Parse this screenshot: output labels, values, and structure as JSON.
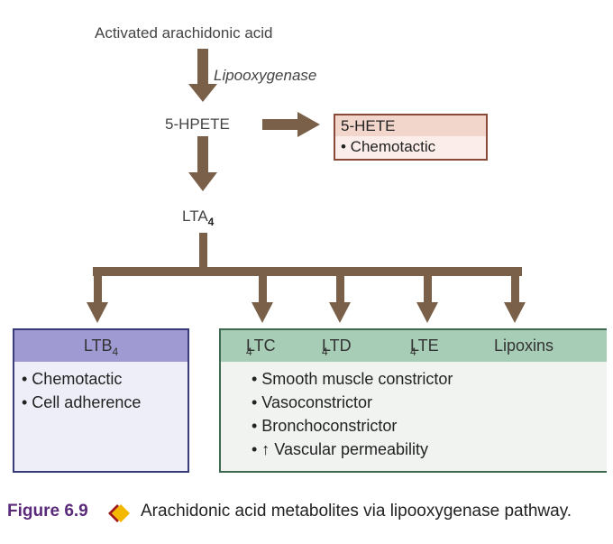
{
  "nodes": {
    "source": "Activated arachidonic acid",
    "enzyme": "Lipooxygenase",
    "hpete": "5-HPETE",
    "lta4": {
      "base": "LTA",
      "sub": "4"
    }
  },
  "hete_box": {
    "title": "5-HETE",
    "items": [
      "• Chemotactic"
    ]
  },
  "ltb4_box": {
    "title": {
      "base": "LTB",
      "sub": "4"
    },
    "items": [
      "• Chemotactic",
      "• Cell adherence"
    ]
  },
  "cysteinyl_box": {
    "titles": [
      {
        "base": "LTC",
        "sub": "4"
      },
      {
        "base": "LTD",
        "sub": "4"
      },
      {
        "base": "LTE",
        "sub": "4"
      },
      {
        "base": "Lipoxins",
        "sub": ""
      }
    ],
    "items": [
      "• Smooth muscle constrictor",
      "• Vasoconstrictor",
      "• Bronchoconstrictor",
      "• ↑ Vascular permeability"
    ]
  },
  "caption": {
    "label": "Figure 6.9",
    "icon": "diamond-bullet-icon",
    "text": "Arachidonic acid metabolites via lipooxygenase pathway."
  },
  "colors": {
    "arrow": "#7a6048",
    "hete_border": "#8a4a3a",
    "ltb_header": "#9f9ad2",
    "lt_header": "#a8cdb6",
    "caption_label": "#5a2a7a"
  }
}
